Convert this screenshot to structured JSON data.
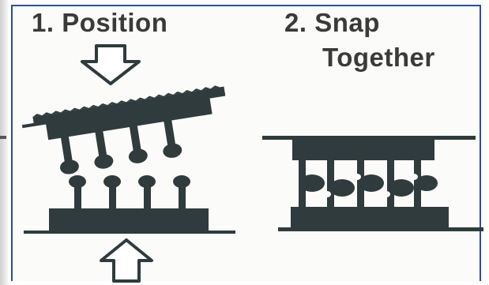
{
  "steps": [
    {
      "label": "1. Position"
    },
    {
      "label_line1": "2. Snap",
      "label_line2": "Together"
    }
  ],
  "colors": {
    "border": "#2d4d9a",
    "ink": "#2f3b3d",
    "text": "#3a3a3a",
    "background": "#fbfbfa"
  },
  "icons": [
    "down-arrow-icon",
    "up-arrow-icon"
  ]
}
